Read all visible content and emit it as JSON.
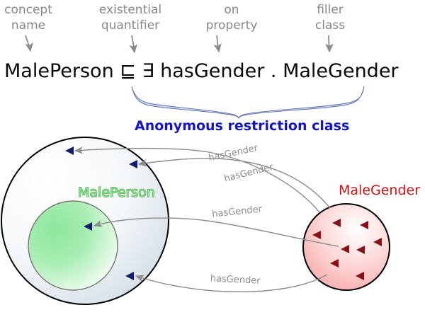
{
  "figure": {
    "title": "Description Logic axiom with existential restriction",
    "background_color": "#ffffff"
  },
  "annotations": {
    "items": [
      {
        "id": "concept-name",
        "line1": "concept",
        "line2": "name",
        "color": "#878787"
      },
      {
        "id": "existential-quantifier",
        "line1": "existential",
        "line2": "quantifier",
        "color": "#878787"
      },
      {
        "id": "on-property",
        "line1": "on",
        "line2": "property",
        "color": "#878787"
      },
      {
        "id": "filler-class",
        "line1": "filler",
        "line2": "class",
        "color": "#878787"
      }
    ]
  },
  "formula": {
    "full": "MalePerson ⊑ ∃ hasGender . MaleGender",
    "concept_name": "MalePerson",
    "subclass_symbol": "⊑",
    "existential_symbol": "∃",
    "property": "hasGender",
    "dot": ".",
    "filler": "MaleGender",
    "color": "#0a0a0a"
  },
  "brace": {
    "fill_color": "#cfddf5",
    "stroke_color": "#5c6fa8",
    "label": "Anonymous restriction class",
    "label_color": "#1414c8"
  },
  "diagram": {
    "outer_class": {
      "label": "",
      "fill_start": "#ffffff",
      "fill_end": "#d6e0e8",
      "stroke": "#000000"
    },
    "male_person_class": {
      "label": "MalePerson",
      "label_color": "#55cc55",
      "fill_start": "#8fe89a",
      "fill_end": "#ffffff",
      "stroke": "#777777"
    },
    "male_gender_class": {
      "label": "MaleGender",
      "label_color": "#cc1414",
      "fill_start": "#ffffff",
      "fill_end": "#f6a6a6",
      "stroke": "#000000"
    },
    "individual_marker_color_left": "#101c70",
    "individual_marker_color_right": "#8b0f17",
    "edge_color": "#8c8c8c",
    "edge_labels": [
      "hasGender",
      "hasGender",
      "hasGender",
      "hasGender"
    ],
    "left_individual_count": 4,
    "right_individual_count": 8
  }
}
